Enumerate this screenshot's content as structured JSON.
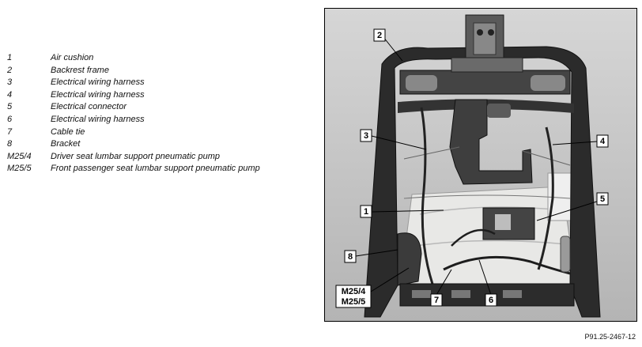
{
  "legend": [
    {
      "num": "1",
      "label": "Air cushion"
    },
    {
      "num": "2",
      "label": "Backrest frame"
    },
    {
      "num": "3",
      "label": "Electrical wiring harness"
    },
    {
      "num": "4",
      "label": "Electrical wiring harness"
    },
    {
      "num": "5",
      "label": "Electrical connector"
    },
    {
      "num": "6",
      "label": "Electrical wiring harness"
    },
    {
      "num": "7",
      "label": "Cable tie"
    },
    {
      "num": "8",
      "label": "Bracket"
    },
    {
      "num": "M25/4",
      "label": "Driver seat lumbar support pneumatic pump"
    },
    {
      "num": "M25/5",
      "label": "Front passenger seat lumbar support pneumatic pump"
    }
  ],
  "callouts": {
    "c1": "1",
    "c2": "2",
    "c3": "3",
    "c4": "4",
    "c5": "5",
    "c6": "6",
    "c7": "7",
    "c8": "8",
    "c9a": "M25/4",
    "c9b": "M25/5"
  },
  "reference_code": "P91.25-2467-12"
}
